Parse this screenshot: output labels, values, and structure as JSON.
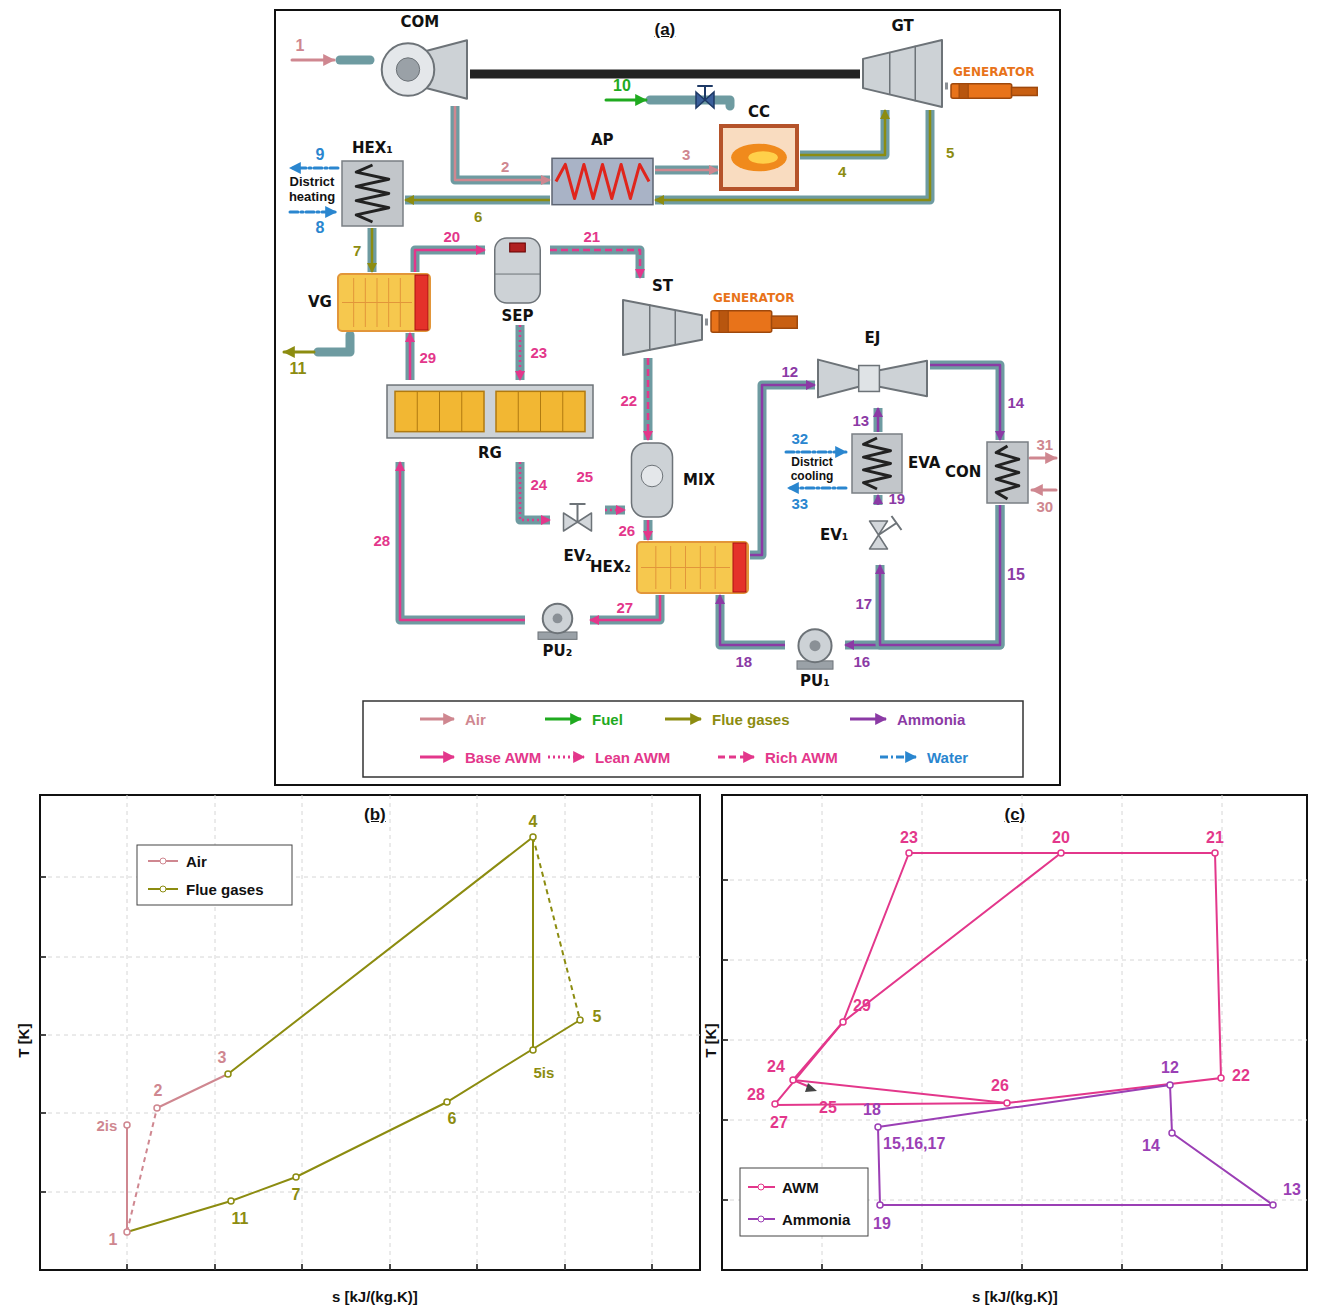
{
  "diagram": {
    "nodes": [
      {
        "text": [
          "COM"
        ]
      },
      {
        "text": [
          "GT"
        ]
      },
      {
        "text": [
          "GENERATOR"
        ]
      },
      {
        "text": [
          "CC"
        ]
      },
      {
        "text": [
          "AP"
        ]
      },
      {
        "text": [
          "HEX₁"
        ]
      },
      {
        "text": [
          "VG"
        ]
      },
      {
        "text": [
          "SEP"
        ]
      },
      {
        "text": [
          "ST"
        ]
      },
      {
        "text": [
          "GENERATOR"
        ]
      },
      {
        "text": [
          "EJ"
        ]
      },
      {
        "text": [
          "RG"
        ]
      },
      {
        "text": [
          "MIX"
        ]
      },
      {
        "text": [
          "EVA"
        ]
      },
      {
        "text": [
          "CON"
        ]
      },
      {
        "text": [
          "EV₂"
        ]
      },
      {
        "text": [
          "HEX₂"
        ]
      },
      {
        "text": [
          "EV₁"
        ]
      },
      {
        "text": [
          "PU₂"
        ]
      },
      {
        "text": [
          "PU₁"
        ]
      }
    ],
    "edges": [
      {
        "from": 0,
        "to": 1,
        "arrow": "none"
      },
      {
        "from": 1,
        "to": 2,
        "arrow": "none"
      },
      {
        "from": 0,
        "to": 4,
        "arrow": "to",
        "label": "2"
      },
      {
        "from": 4,
        "to": 3,
        "arrow": "to",
        "label": "3"
      },
      {
        "from": 3,
        "to": 1,
        "arrow": "to",
        "label": "4"
      },
      {
        "from": 1,
        "to": 4,
        "arrow": "to",
        "label": "5"
      },
      {
        "from": 4,
        "to": 5,
        "arrow": "to",
        "label": "6"
      },
      {
        "from": 5,
        "to": 6,
        "arrow": "to",
        "label": "7"
      },
      {
        "from": 6,
        "to": 7,
        "arrow": "to",
        "label": "20"
      },
      {
        "from": 11,
        "to": 6,
        "arrow": "to",
        "label": "29"
      },
      {
        "from": 7,
        "to": 8,
        "arrow": "to",
        "label": "21"
      },
      {
        "from": 7,
        "to": 11,
        "arrow": "to",
        "label": "23"
      },
      {
        "from": 11,
        "to": 15,
        "arrow": "to",
        "label": "24"
      },
      {
        "from": 15,
        "to": 12,
        "arrow": "to",
        "label": "25"
      },
      {
        "from": 8,
        "to": 12,
        "arrow": "to",
        "label": "22"
      },
      {
        "from": 12,
        "to": 16,
        "arrow": "to",
        "label": "26"
      },
      {
        "from": 16,
        "to": 18,
        "arrow": "to",
        "label": "27"
      },
      {
        "from": 18,
        "to": 11,
        "arrow": "to",
        "label": "28"
      },
      {
        "from": 16,
        "to": 10,
        "arrow": "to",
        "label": "12"
      },
      {
        "from": 19,
        "to": 16,
        "arrow": "to",
        "label": "18"
      },
      {
        "from": 13,
        "to": 10,
        "arrow": "to",
        "label": "13"
      },
      {
        "from": 10,
        "to": 14,
        "arrow": "to",
        "label": "14"
      },
      {
        "from": 14,
        "to": 19,
        "arrow": "to",
        "label": "16"
      },
      {
        "from": 14,
        "to": 17,
        "arrow": "to",
        "label": "17"
      },
      {
        "from": 17,
        "to": 13,
        "arrow": "to",
        "label": "19"
      },
      {
        "from": 8,
        "to": 9,
        "arrow": "none"
      }
    ],
    "labels": [
      "(a)",
      "1",
      "10",
      "9",
      "8",
      "District heating",
      "11",
      "15",
      "32",
      "33",
      "District cooling",
      "30",
      "31",
      "(b)",
      "T [K]",
      "s [kJ/(kg.K)]",
      "4",
      "3",
      "2",
      "2is",
      "1",
      "5",
      "5is",
      "6",
      "7",
      "11",
      "(c)",
      "T [K]",
      "s [kJ/(kg.K)]",
      "23",
      "20",
      "21",
      "29",
      "26",
      "12",
      "22",
      "24",
      "28",
      "27",
      "25",
      "18",
      "15,16,17",
      "14",
      "13",
      "19"
    ],
    "legend": [
      {
        "text": "Air"
      },
      {
        "text": "Fuel"
      },
      {
        "text": "Flue gases"
      },
      {
        "text": "Ammonia"
      },
      {
        "text": "Base AWM"
      },
      {
        "text": "Lean AWM"
      },
      {
        "text": "Rich AWM"
      },
      {
        "text": "Water"
      },
      {
        "text": "Air"
      },
      {
        "text": "Flue gases"
      },
      {
        "text": "AWM"
      },
      {
        "text": "Ammonia"
      }
    ]
  }
}
